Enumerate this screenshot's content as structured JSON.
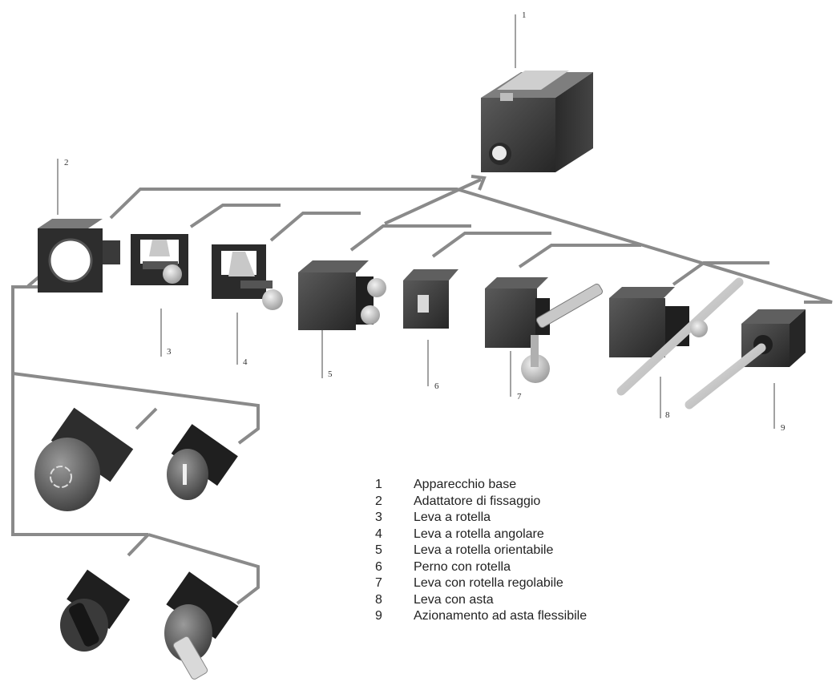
{
  "callouts": {
    "c1": "1",
    "c2": "2",
    "c3": "3",
    "c4": "4",
    "c5": "5",
    "c6": "6",
    "c7": "7",
    "c8": "8",
    "c9": "9"
  },
  "legend": [
    {
      "num": "1",
      "text": "Apparecchio base"
    },
    {
      "num": "2",
      "text": "Adattatore di fissaggio"
    },
    {
      "num": "3",
      "text": "Leva a rotella"
    },
    {
      "num": "4",
      "text": "Leva a rotella angolare"
    },
    {
      "num": "5",
      "text": "Leva a rotella orientabile"
    },
    {
      "num": "6",
      "text": "Perno con rotella"
    },
    {
      "num": "7",
      "text": "Leva con rotella regolabile"
    },
    {
      "num": "8",
      "text": "Leva con asta"
    },
    {
      "num": "9",
      "text": "Azionamento ad asta flessibile"
    }
  ],
  "colors": {
    "connector": "#8a8a8a",
    "housing": "#3a3a3a",
    "highlight": "#b9b9b9"
  }
}
